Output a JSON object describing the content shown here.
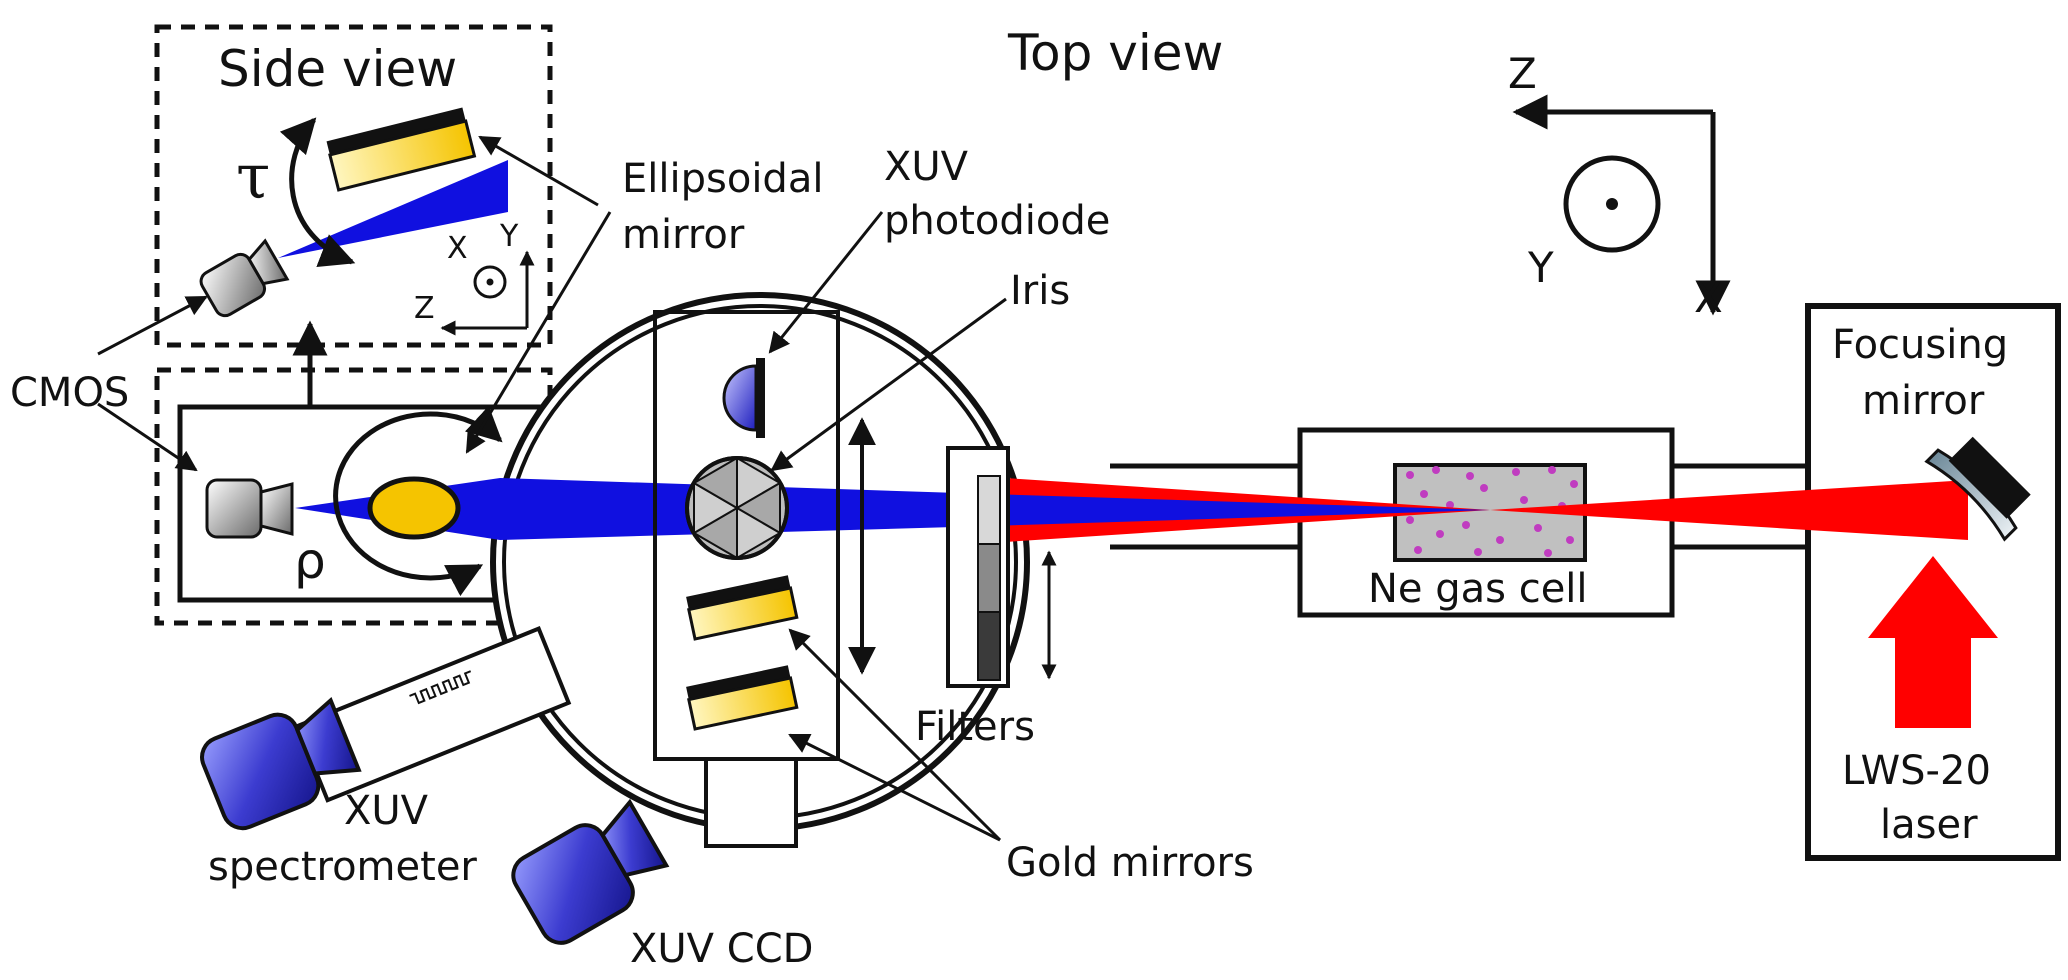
{
  "labels": {
    "side_view": "Side view",
    "top_view": "Top view",
    "ellipsoidal_mirror_1": "Ellipsoidal",
    "ellipsoidal_mirror_2": "mirror",
    "xuv_photodiode_1": "XUV",
    "xuv_photodiode_2": "photodiode",
    "iris": "Iris",
    "cmos": "CMOS",
    "focusing_mirror_1": "Focusing",
    "focusing_mirror_2": "mirror",
    "ne_gas_cell": "Ne gas cell",
    "filters": "Filters",
    "gold_mirrors": "Gold mirrors",
    "xuv_spectrometer_1": "XUV",
    "xuv_spectrometer_2": "spectrometer",
    "xuv_ccd": "XUV CCD",
    "laser_1": "LWS-20",
    "laser_2": "laser",
    "tau": "τ",
    "rho": "ρ"
  },
  "axes_top": {
    "z": "Z",
    "y": "Y",
    "x": "X"
  },
  "axes_side": {
    "x": "X",
    "y": "Y",
    "z": "Z"
  },
  "colors": {
    "xuv_beam": "#1010e0",
    "ir_beam": "#ff0000",
    "gold": "#f5c400",
    "gas_cell": "#c0c0c0",
    "gas_dots": "#c03cc0",
    "camera": "#3c3cd0"
  }
}
